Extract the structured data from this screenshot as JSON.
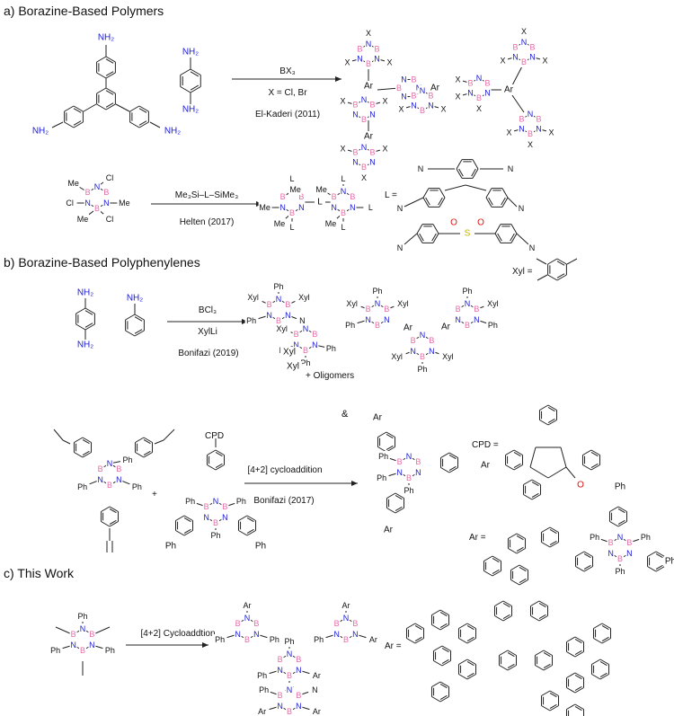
{
  "sections": {
    "a": "a) Borazine-Based Polymers",
    "b": "b) Borazine-Based Polyphenylenes",
    "c": "c) This Work"
  },
  "colors": {
    "boron": "#e86aa6",
    "nitrogen": "#1a1ad6",
    "oxygen": "#e01010",
    "sulfur": "#c9b400",
    "bond": "#222222"
  },
  "atoms": {
    "B": "B",
    "N": "N",
    "X": "X",
    "Ar": "Ar",
    "Ph": "Ph",
    "Me": "Me",
    "Cl": "Cl",
    "L": "L",
    "H": "H",
    "Xyl": "Xyl",
    "NH2": "NH₂",
    "O": "O",
    "S": "S"
  },
  "reactions": {
    "a1": {
      "reagent": "BX₃",
      "conditions": "X = Cl, Br",
      "reference": "El-Kaderi (2011)"
    },
    "a2": {
      "reagent": "Me₃Si–L–SiMe₃",
      "reference": "Helten (2017)",
      "linker_label": "L ="
    },
    "b1": {
      "reagent": "BCl₃",
      "conditions": "XylLi",
      "reference": "Bonifazi (2019)",
      "byproduct": "+ Oligomers",
      "xyl_label": "Xyl ="
    },
    "b2": {
      "reagent": "[4+2] cycloaddition",
      "reference": "Bonifazi (2017)",
      "cpd_label": "CPD =",
      "cpd_sub": "CPD",
      "ar_label": "Ar =",
      "plus": "+"
    },
    "c1": {
      "reagent": "[4+2] Cycloaddtion",
      "ar_label": "Ar ="
    }
  },
  "ampersand": "&"
}
